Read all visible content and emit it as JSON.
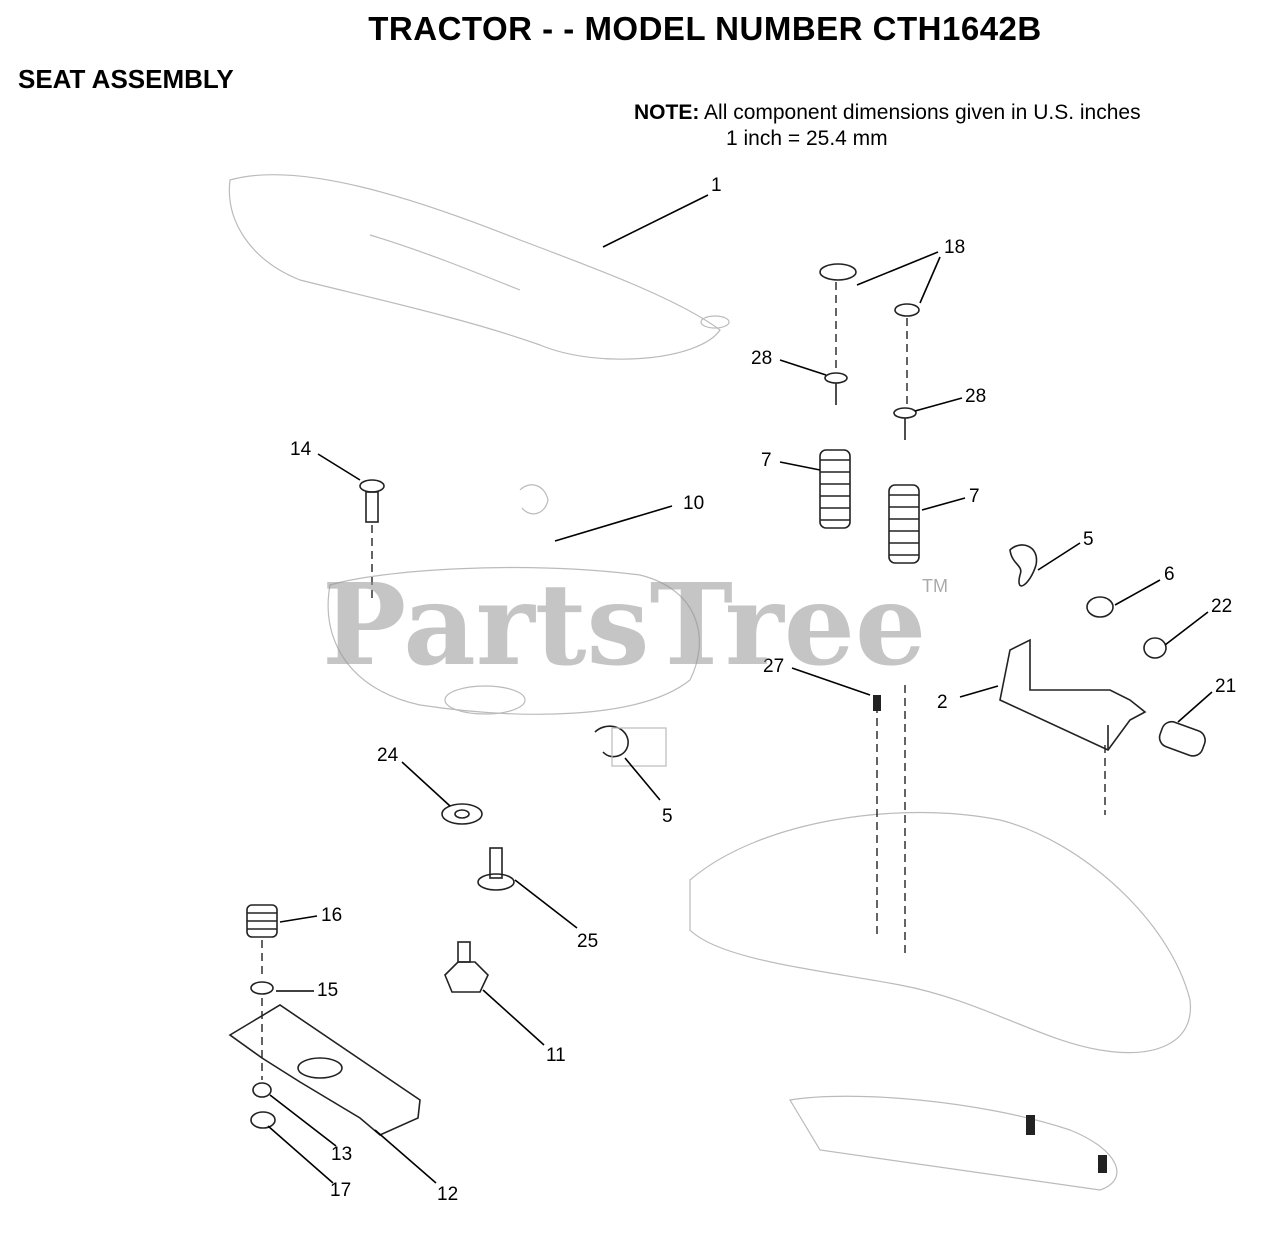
{
  "header": {
    "title": "TRACTOR - - MODEL NUMBER CTH1642B",
    "section": "SEAT ASSEMBLY",
    "note_label": "NOTE:",
    "note_line1": "All component dimensions given in U.S. inches",
    "note_line2": "1 inch = 25.4 mm"
  },
  "watermark": {
    "text": "PartsTree",
    "tm": "TM"
  },
  "callouts": {
    "c1": "1",
    "c18": "18",
    "c28a": "28",
    "c28b": "28",
    "c14": "14",
    "c7a": "7",
    "c7b": "7",
    "c10": "10",
    "c5a": "5",
    "c6": "6",
    "c22": "22",
    "c27": "27",
    "c2": "2",
    "c21": "21",
    "c24": "24",
    "c5b": "5",
    "c16": "16",
    "c25": "25",
    "c15": "15",
    "c11": "11",
    "c13": "13",
    "c17": "17",
    "c12": "12"
  }
}
